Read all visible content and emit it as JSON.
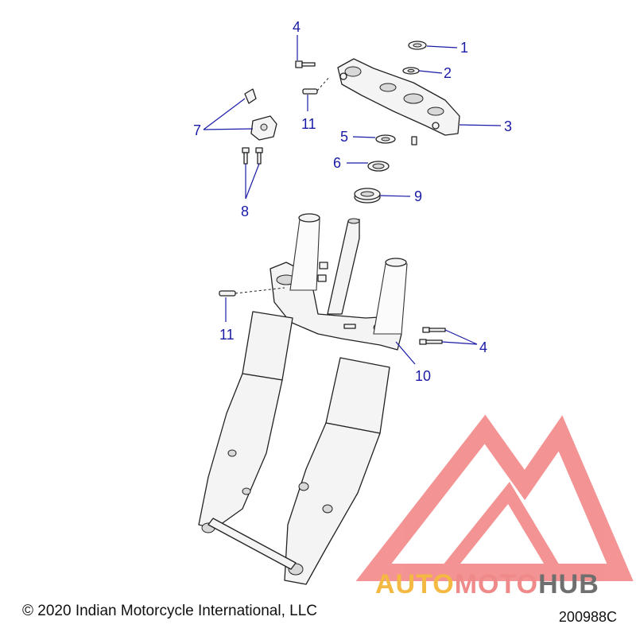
{
  "copyright": "© 2020 Indian Motorcycle International, LLC",
  "diagram_id": "200988C",
  "watermark": {
    "part1": "AUTO",
    "part2": "MOTO",
    "part3": "HUB",
    "colors": {
      "auto": "#f4b942",
      "moto": "#f08a8a",
      "hub": "#6f6f6f",
      "logo": "#f07070"
    }
  },
  "callouts": {
    "c1": "1",
    "c2": "2",
    "c3": "3",
    "c4a": "4",
    "c4b": "4",
    "c5": "5",
    "c6": "6",
    "c7": "7",
    "c8": "8",
    "c9": "9",
    "c10": "10",
    "c11a": "11",
    "c11b": "11"
  },
  "colors": {
    "callout": "#1a1aa6",
    "line_art": "#222222"
  }
}
